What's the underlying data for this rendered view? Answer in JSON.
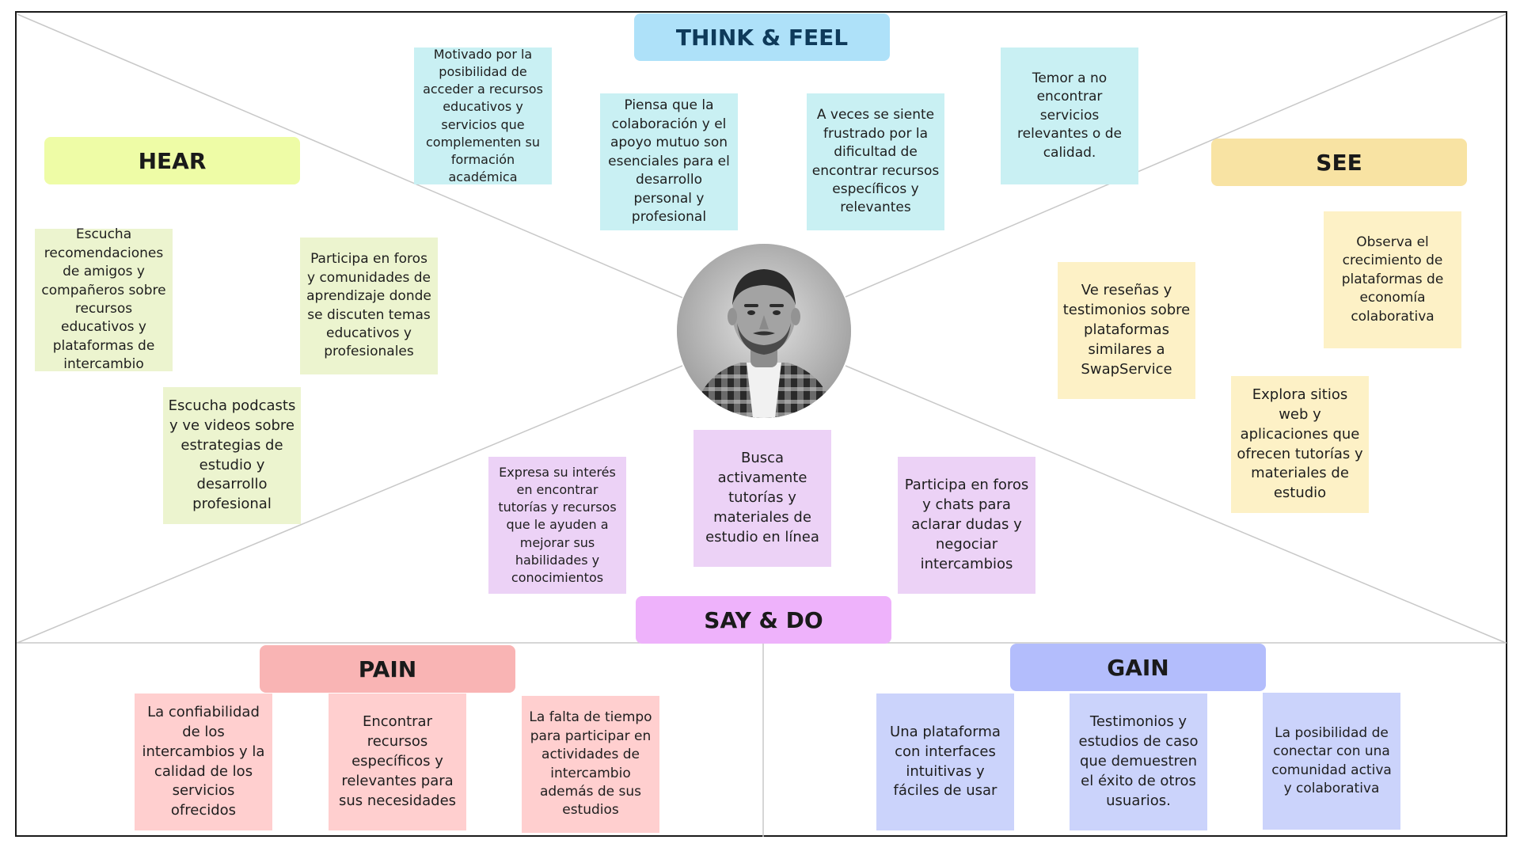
{
  "colors": {
    "think_feel_header": "#aee1f9",
    "think_feel_note": "#c9f0f3",
    "hear_header": "#eefca6",
    "hear_note": "#ecf4cf",
    "see_header": "#f8e3a3",
    "see_note": "#fdf1c6",
    "say_do_header": "#eeb2fb",
    "say_do_note": "#ecd2f6",
    "pain_header": "#f9b4b4",
    "pain_note": "#ffcfcf",
    "gain_header": "#b3bdfc",
    "gain_note": "#cbd3fb",
    "frame": "#1a1a1a",
    "guide_lines": "#c8c8c8"
  },
  "sections": {
    "think_feel": {
      "title": "THINK & FEEL",
      "notes": [
        "Motivado por la posibilidad de acceder a recursos educativos y servicios que complementen su formación académica",
        "Piensa que la colaboración y el apoyo mutuo son esenciales para el desarrollo personal y profesional",
        "A veces se siente frustrado por la dificultad de encontrar recursos específicos y relevantes",
        "Temor a no encontrar servicios relevantes o de calidad."
      ]
    },
    "hear": {
      "title": "HEAR",
      "notes": [
        "Escucha recomendaciones de amigos y compañeros sobre recursos educativos y plataformas de intercambio",
        "Participa en foros y comunidades de aprendizaje donde se discuten temas educativos y profesionales",
        "Escucha podcasts y ve videos sobre estrategias de estudio y desarrollo profesional"
      ]
    },
    "see": {
      "title": "SEE",
      "notes": [
        "Observa el crecimiento de plataformas de economía colaborativa",
        "Ve reseñas y testimonios sobre plataformas similares a SwapService",
        "Explora sitios web y aplicaciones que ofrecen tutorías y materiales de estudio"
      ]
    },
    "say_do": {
      "title": "SAY & DO",
      "notes": [
        "Expresa su interés en encontrar tutorías y recursos que le ayuden a mejorar sus habilidades y conocimientos",
        "Busca activamente tutorías y materiales de estudio en línea",
        "Participa en foros y chats para aclarar dudas y negociar intercambios"
      ]
    },
    "pain": {
      "title": "PAIN",
      "notes": [
        "La confiabilidad de los intercambios y la calidad de los servicios ofrecidos",
        "Encontrar recursos específicos y relevantes para sus necesidades",
        "La falta de tiempo para participar en actividades de intercambio además de sus estudios"
      ]
    },
    "gain": {
      "title": "GAIN",
      "notes": [
        "Una plataforma con interfaces intuitivas y fáciles de usar",
        "Testimonios y estudios de caso que demuestren el éxito de otros usuarios.",
        "La posibilidad de conectar con una comunidad activa y colaborativa"
      ]
    }
  }
}
